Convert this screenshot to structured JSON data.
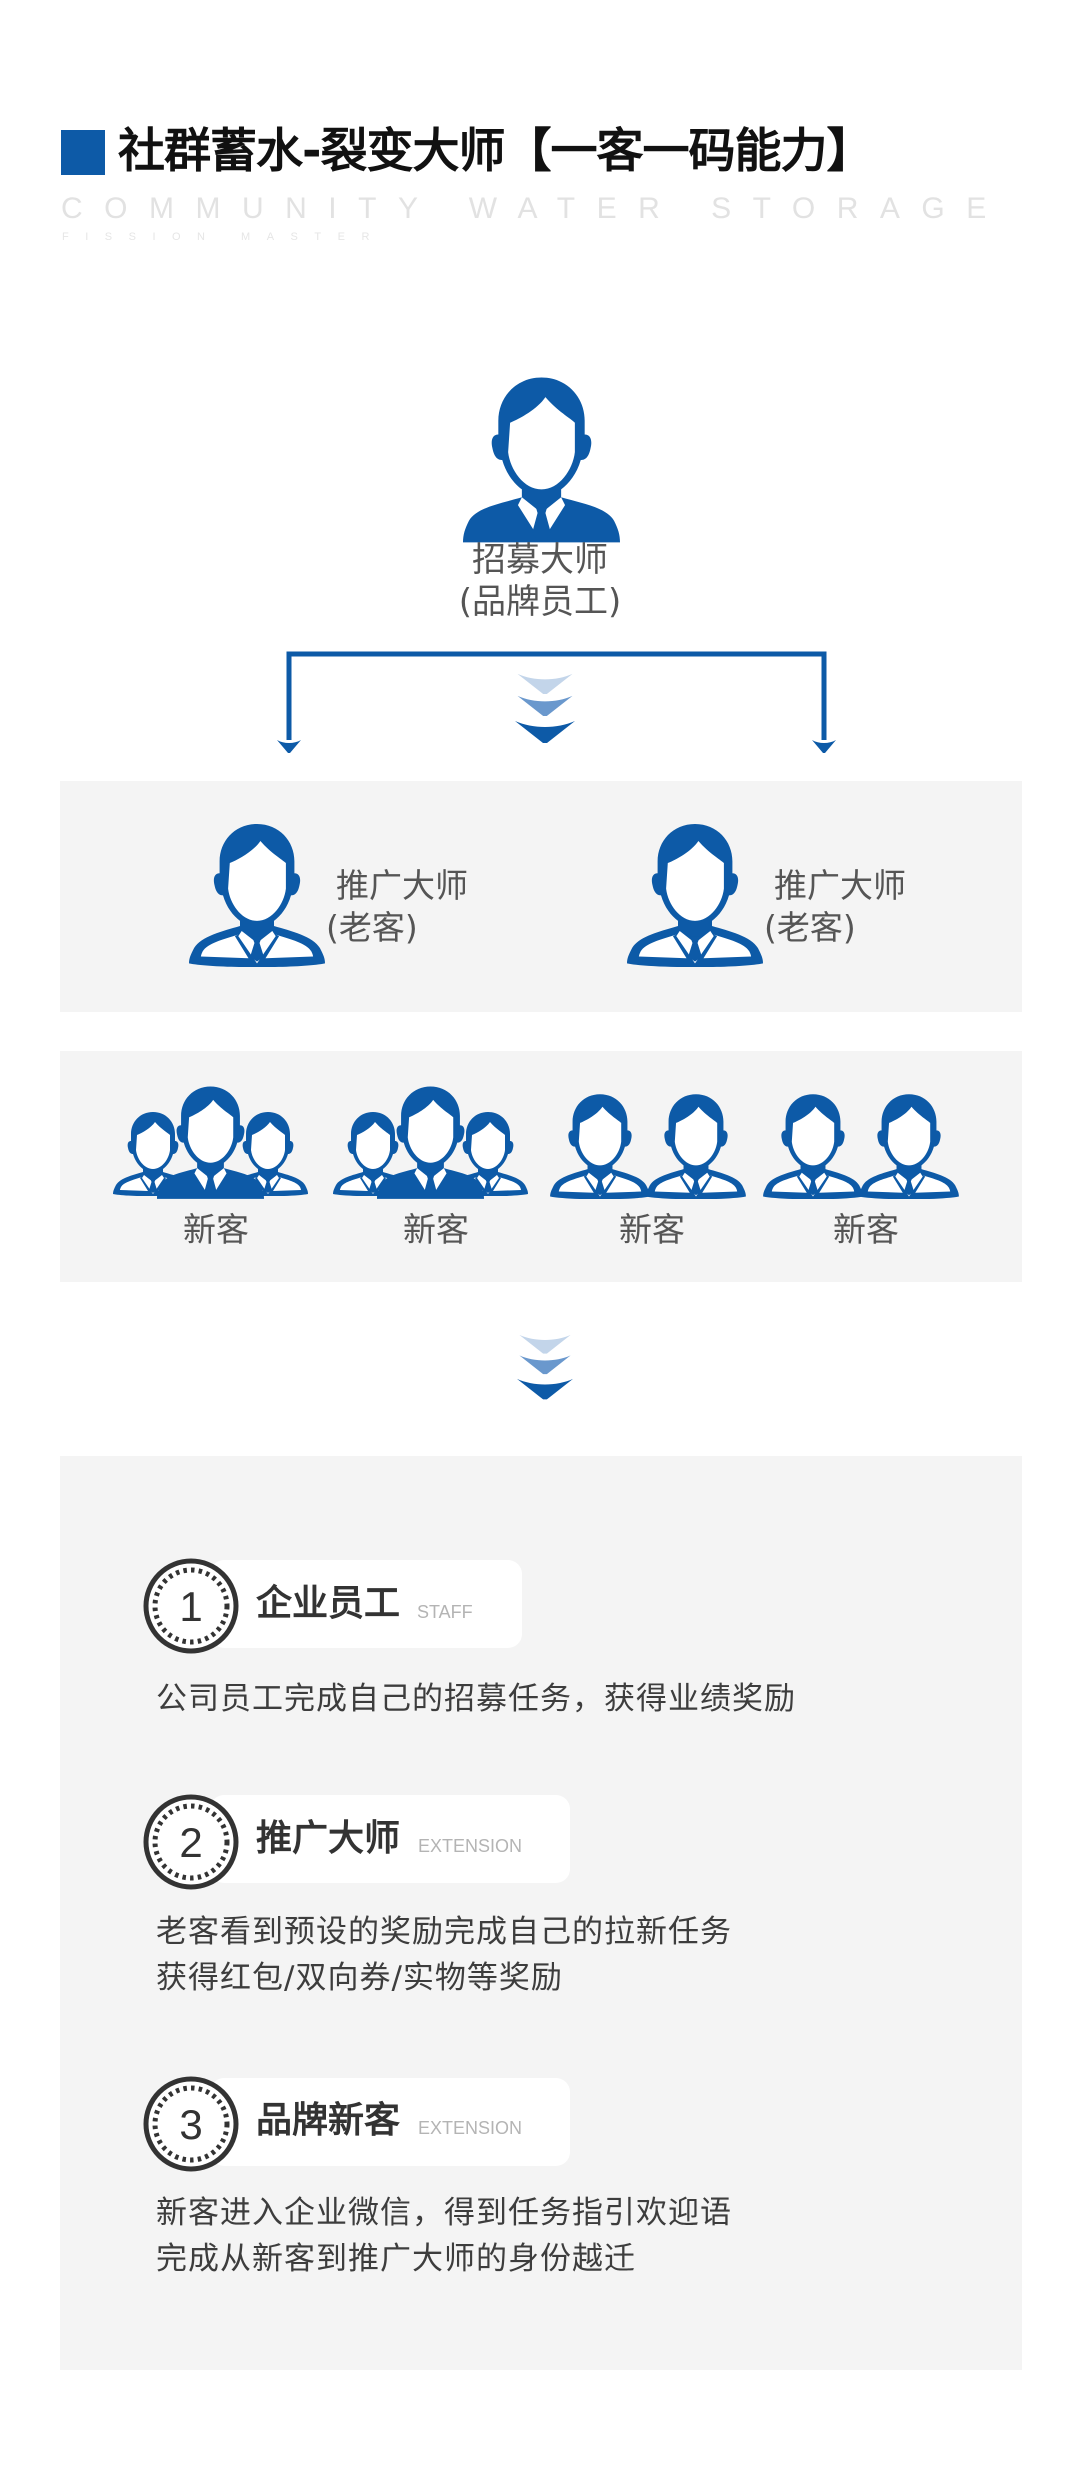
{
  "colors": {
    "brand_blue": "#0d5aa7",
    "chevron_light": "#c3d5ea",
    "chevron_mid": "#6a98cd",
    "chevron_dark": "#0d5aa7",
    "panel_bg": "#f4f4f4",
    "title_text": "#111111",
    "body_text": "#4a4a4a",
    "watermark": "#e2e2e2"
  },
  "header": {
    "title": "社群蓄水-裂变大师【一客一码能力】",
    "subtitle_en": "COMMUNITY WATER STORAGE",
    "subtitle_en_small": "FISSION MASTER"
  },
  "recruiter": {
    "icon": "person-suit-filled-icon",
    "label_line1": "招募大师",
    "label_line2": "(品牌员工)"
  },
  "connector": {
    "icon_branch": "branch-arrow-icon",
    "icon_chevrons": "triple-chevron-down-icon"
  },
  "promoters": [
    {
      "icon": "person-suit-outline-icon",
      "label_line1": "推广大师",
      "label_line2": "(老客)"
    },
    {
      "icon": "person-suit-outline-icon",
      "label_line1": "推广大师",
      "label_line2": "(老客)"
    }
  ],
  "new_customers": [
    {
      "icon": "group-of-three-icon",
      "label": "新客"
    },
    {
      "icon": "group-of-three-icon",
      "label": "新客"
    },
    {
      "icon": "group-of-two-icon",
      "label": "新客"
    },
    {
      "icon": "group-of-two-icon",
      "label": "新客"
    }
  ],
  "steps": [
    {
      "number": "1",
      "title": "企业员工",
      "subtitle": "STAFF",
      "desc_line1": "公司员工完成自己的招募任务，获得业绩奖励",
      "desc_line2": ""
    },
    {
      "number": "2",
      "title": "推广大师",
      "subtitle": "EXTENSION",
      "desc_line1": "老客看到预设的奖励完成自己的拉新任务",
      "desc_line2": "获得红包/双向券/实物等奖励"
    },
    {
      "number": "3",
      "title": "品牌新客",
      "subtitle": "EXTENSION",
      "desc_line1": "新客进入企业微信，得到任务指引欢迎语",
      "desc_line2": "完成从新客到推广大师的身份越迁"
    }
  ]
}
